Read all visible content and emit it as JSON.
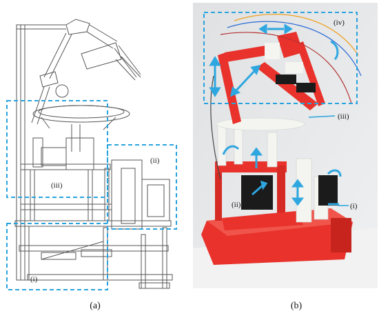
{
  "figure": {
    "panel_a": {
      "caption": "(a)",
      "region_labels": {
        "i": "(i)",
        "ii": "(ii)",
        "iii": "(iii)"
      }
    },
    "panel_b": {
      "caption": "(b)",
      "region_labels": {
        "i": "(i)",
        "ii": "(ii)",
        "iii": "(iii)",
        "iv": "(iv)"
      }
    },
    "colors": {
      "dash_box": "#29a3de",
      "arrow": "#2ea7e0",
      "robot_red": "#e8322b",
      "robot_white": "#f4f4f0",
      "sketch_line": "#555555"
    }
  }
}
